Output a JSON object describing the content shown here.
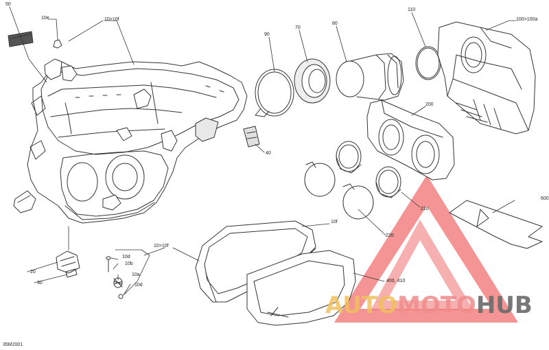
{
  "labels": {
    "l50": "50",
    "l10e": "10e",
    "l10_10f_top": "10>10f",
    "l90": "90",
    "l70": "70",
    "l80": "80",
    "l110": "110",
    "l100_100a": "100>100a",
    "l200": "200",
    "l40": "40",
    "l210": "210",
    "l220": "220",
    "l10f": "10f",
    "l600": "600",
    "l10_10f_bottom": "10>10f",
    "l10d_top": "10d",
    "l10b": "10b",
    "l10a": "10a",
    "l10d_bottom": "10d",
    "l20": "20",
    "l30": "30",
    "l400_410": "400, 410"
  },
  "diagram_code": "35M2001",
  "watermark": {
    "part1": "AUTO",
    "part2": "MOTO",
    "part3": "HUB",
    "color_auto": "#f0c060",
    "color_moto": "#f08c8c",
    "color_hub": "#6a6a6a",
    "triangle_color": "#f07070"
  }
}
